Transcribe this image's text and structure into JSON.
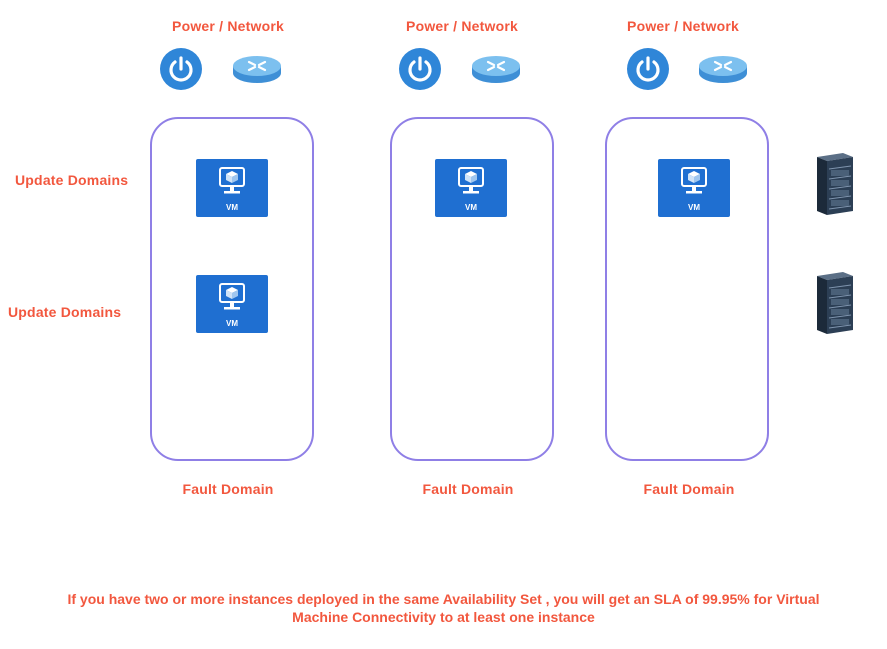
{
  "power_network_label": "Power / Network",
  "fault_domain_label": "Fault Domain",
  "update_domains": [
    "Update Domains",
    "Update Domains"
  ],
  "vm_label": "VM",
  "icons": {
    "power": "power-icon",
    "network": "router-icon",
    "vm": "virtual-machine-icon",
    "server": "server-rack-icon"
  },
  "colors": {
    "accent_text": "#f2573e",
    "fault_box_border": "#8f7fe6",
    "vm_tile": "#1f6fd1",
    "power_button": "#2f86d8"
  },
  "footer": {
    "line1": "If you have two or more instances deployed in the same Availability Set , you will get an SLA of 99.95% for Virtual",
    "line2": "Machine Connectivity to at least one instance"
  }
}
